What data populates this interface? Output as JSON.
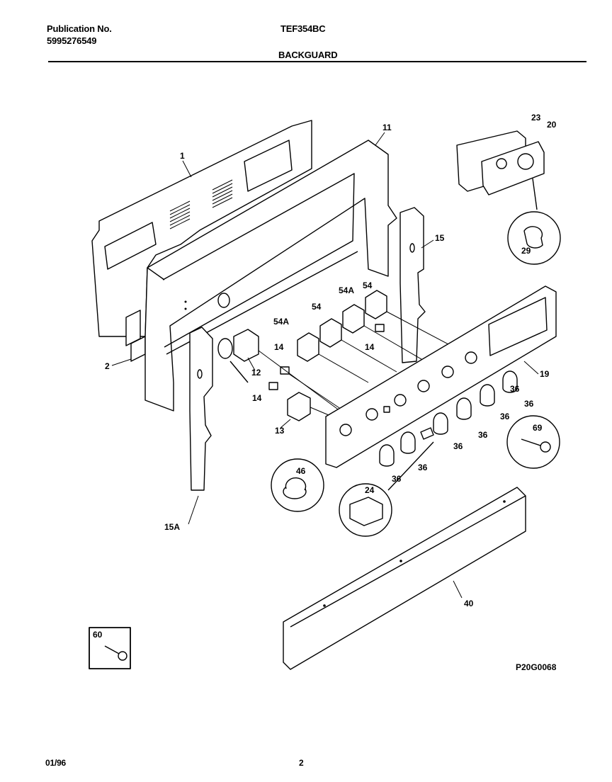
{
  "header": {
    "publication_label": "Publication No.",
    "publication_number": "5995276549",
    "model": "TEF354BC",
    "section_title": "BACKGUARD"
  },
  "footer": {
    "date": "01/96",
    "page_number": "2"
  },
  "diagram": {
    "drawing_id": "P20G0068",
    "callouts": {
      "c1": "1",
      "c2": "2",
      "c11": "11",
      "c12": "12",
      "c13": "13",
      "c14a": "14",
      "c14b": "14",
      "c14c": "14",
      "c15": "15",
      "c15a": "15A",
      "c19": "19",
      "c20": "20",
      "c23": "23",
      "c24": "24",
      "c29": "29",
      "c36a": "36",
      "c36b": "36",
      "c36c": "36",
      "c36d": "36",
      "c36e": "36",
      "c36f": "36",
      "c36g": "36",
      "c40": "40",
      "c46": "46",
      "c54a": "54",
      "c54b": "54",
      "c54c": "54A",
      "c54d": "54A",
      "c60": "60",
      "c69": "69"
    }
  }
}
